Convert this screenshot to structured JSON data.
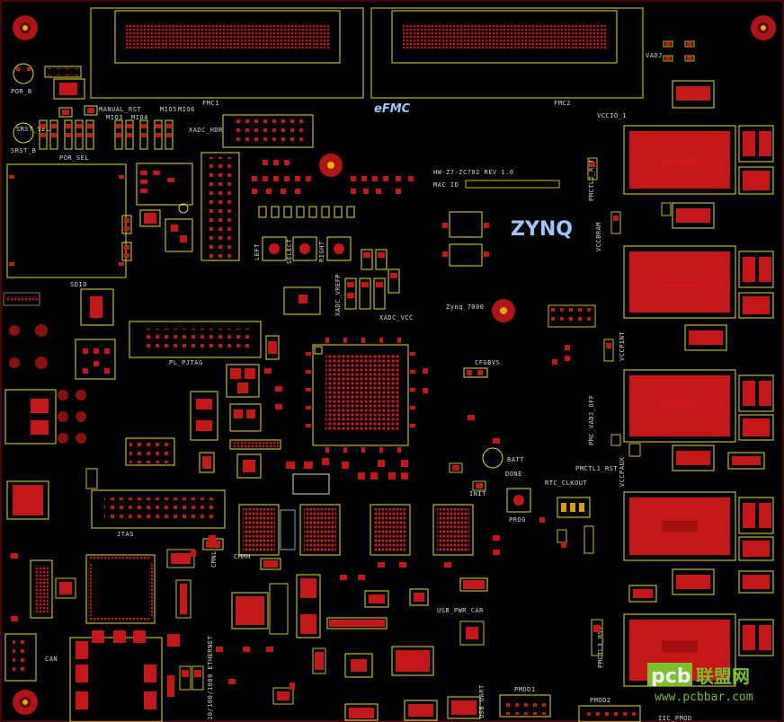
{
  "board": {
    "background": "#000000",
    "copper_color": "#c41818",
    "silkscreen_outline_color": "#e8e000",
    "silkscreen_text_color": "#d8d8d8",
    "logo_color": "#9ec7ff"
  },
  "labels": {
    "fmc1": "FMC1",
    "fmc2": "FMC2",
    "efmc": "eFMC",
    "vadj": "VADJ",
    "por_b": "POR_B",
    "srst_sel": "SRST_SEL",
    "srst_b": "SRST_B",
    "por_sel": "POR_SEL",
    "manual_rst": "MANUAL_RST",
    "mio3": "MIO3",
    "mio4": "MIO4",
    "mio5": "MIO5",
    "mio6": "MIO6",
    "xadc_hdr": "XADC_HDR",
    "vccio_1": "VCCIO_1",
    "board_name": "HW-Z7-ZC702 REV 1.0",
    "mac_id": "MAC ID",
    "pmctl2_rst": "PMCTL2_RST",
    "vccbram": "VCCBRAM",
    "zynq_logo": "ZYNQ",
    "sdio": "SDIO",
    "left": "LEFT",
    "select": "SELECT",
    "right": "RIGHT",
    "xadc_vrefp": "XADC_VREFP",
    "xadc_vcc": "XADC_VCC",
    "zynq_7000": "Zynq 7000",
    "vccpint": "VCCPINT",
    "pl_pjtag": "PL_PJTAG",
    "cfgbvs": "CFGBVS",
    "pmc_vadj_off": "PMC_VADJ_OFF",
    "batt": "BATT",
    "done": "DONE",
    "pmctl1_rst": "PMCTL1_RST",
    "init": "INIT",
    "rtc_clkout": "RTC_CLKOUT",
    "prog": "PROG",
    "vccpaux": "VCCPAUX",
    "jtag": "JTAG",
    "cmmh": "CMMH",
    "cmnl": "CMNL",
    "usb_pwr_car": "USB_PWR_CAR",
    "can": "CAN",
    "ethernet": "10/100/1000 ETHERNET",
    "pmctl3_rst": "PMCTL3_RST",
    "pmod1": "PMOD1",
    "pmod2": "PMOD2",
    "usb_uart": "USB UART",
    "iic_pmod": "IIC_PMOD"
  },
  "watermark": {
    "brand": "pcb",
    "brand_cn": "联盟网",
    "url": "www.pcbbar.com"
  }
}
